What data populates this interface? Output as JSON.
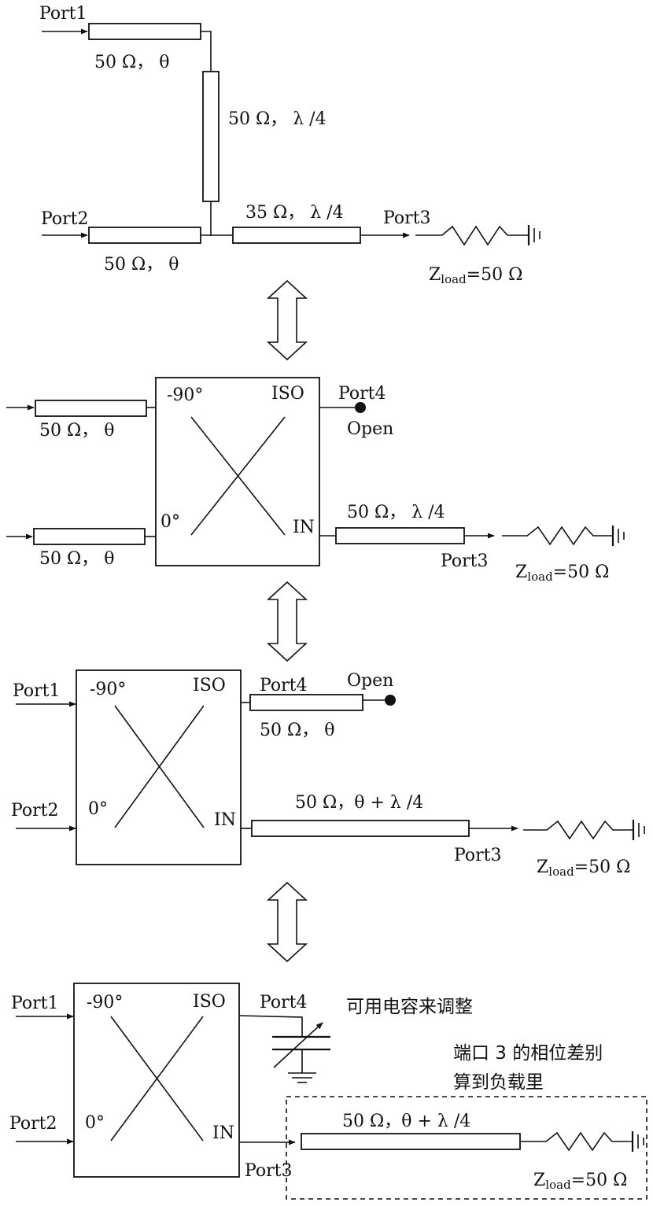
{
  "diagram_1": {
    "port1": "Port1",
    "port2": "Port2",
    "port3": "Port3",
    "line_top": "50 Ω， θ",
    "line_vertical": "50 Ω， λ /4",
    "line_bottom": "50 Ω， θ",
    "line_output": "35 Ω， λ /4",
    "load": "=50 Ω"
  },
  "diagram_2": {
    "phase_minus90": "-90°",
    "phase_0": "0°",
    "iso": "ISO",
    "in": "IN",
    "port4": "Port4",
    "open": "Open",
    "port3": "Port3",
    "line_top": "50 Ω， θ",
    "line_bottom": "50 Ω， θ",
    "line_output": "50 Ω， λ /4",
    "load": "=50 Ω"
  },
  "diagram_3": {
    "port1": "Port1",
    "port2": "Port2",
    "phase_minus90": "-90°",
    "phase_0": "0°",
    "iso": "ISO",
    "in": "IN",
    "port4": "Port4",
    "open": "Open",
    "port3": "Port3",
    "line_open": "50 Ω， θ",
    "line_output": "50 Ω，θ + λ /4",
    "load": "=50 Ω"
  },
  "diagram_4": {
    "port1": "Port1",
    "port2": "Port2",
    "phase_minus90": "-90°",
    "phase_0": "0°",
    "iso": "ISO",
    "in": "IN",
    "port4": "Port4",
    "port3": "Port3",
    "capacitor_note": "可用电容来调整",
    "phase_note_line1": "端口 3 的相位差别",
    "phase_note_line2": "算到负载里",
    "line_output": "50 Ω，θ + λ /4",
    "load": "=50 Ω"
  },
  "load_symbol": {
    "z": "Z",
    "sub": "load"
  },
  "icons": [
    "double-arrow-icon",
    "resistor-icon",
    "ground-icon",
    "variable-capacitor-icon",
    "open-stub-dot-icon"
  ]
}
